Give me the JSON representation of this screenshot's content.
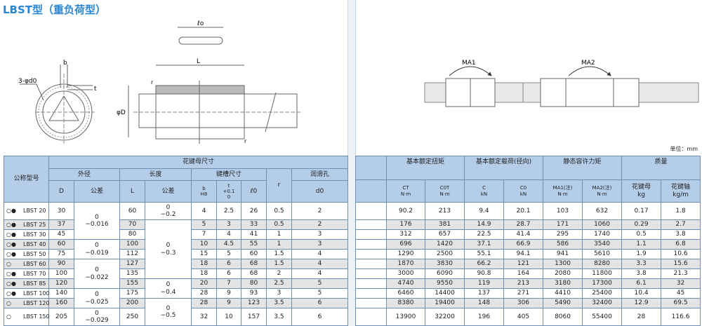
{
  "title": "LBST型（重负荷型）",
  "unit": "单位：mm",
  "diagram": {
    "l0": "ℓo",
    "L": "L",
    "b": "b",
    "t": "t",
    "d0": "3-φd0",
    "D": "φD",
    "r": "r",
    "ma1": "MA1",
    "ma2": "MA2"
  },
  "left_header": {
    "group": "花键母尺寸",
    "model": "公称型号",
    "outer": "外径",
    "length": "长度",
    "keyway": "键槽尺寸",
    "lube": "润滑孔",
    "D": "D",
    "tol": "公差",
    "L": "L",
    "b": "b",
    "b2": "H8",
    "t": "t",
    "t2": "+0.1",
    "t3": "0",
    "l0": "ℓ0",
    "r": "r",
    "d0": "d0"
  },
  "right_header": {
    "torque": "基本额定扭矩",
    "load": "基本额定载荷(径向)",
    "moment": "静态容许力矩",
    "mass": "质量",
    "Ct": "CT",
    "C0t": "C0T",
    "Nm": "N·m",
    "C": "C",
    "C0": "C0",
    "kN": "kN",
    "Ma1": "MA1(注)",
    "Ma2": "MA2(注)",
    "nut": "花键母",
    "kg": "kg",
    "shaft": "花键轴",
    "kgm": "kg/m"
  },
  "rows": [
    {
      "mk": "○●",
      "model": "LBST 20",
      "D": "30",
      "L": "60",
      "b": "4",
      "t": "2.5",
      "l0": "26",
      "r": "0.5",
      "d0": "2",
      "Ct": "90.2",
      "C0t": "213",
      "C": "9.4",
      "C0": "20.1",
      "Ma1": "103",
      "Ma2": "632",
      "nut": "0.17",
      "shaft": "1.8"
    },
    {
      "mk": "○●",
      "model": "LBST 25",
      "D": "37",
      "L": "70",
      "b": "5",
      "t": "3",
      "l0": "33",
      "r": "0.5",
      "d0": "2",
      "Ct": "176",
      "C0t": "381",
      "C": "14.9",
      "C0": "28.7",
      "Ma1": "171",
      "Ma2": "1060",
      "nut": "0.29",
      "shaft": "2.7"
    },
    {
      "mk": "○●",
      "model": "LBST 30",
      "D": "45",
      "L": "80",
      "b": "7",
      "t": "4",
      "l0": "41",
      "r": "1",
      "d0": "3",
      "Ct": "312",
      "C0t": "657",
      "C": "22.5",
      "C0": "41.4",
      "Ma1": "295",
      "Ma2": "1740",
      "nut": "0.5",
      "shaft": "3.8"
    },
    {
      "mk": "○●",
      "model": "LBST 40",
      "D": "60",
      "L": "100",
      "b": "10",
      "t": "4.5",
      "l0": "55",
      "r": "1",
      "d0": "3",
      "Ct": "696",
      "C0t": "1420",
      "C": "37.1",
      "C0": "66.9",
      "Ma1": "586",
      "Ma2": "3540",
      "nut": "1.1",
      "shaft": "6.8"
    },
    {
      "mk": "○●",
      "model": "LBST 50",
      "D": "75",
      "L": "112",
      "b": "15",
      "t": "5",
      "l0": "60",
      "r": "1.5",
      "d0": "4",
      "Ct": "1290",
      "C0t": "2500",
      "C": "55.1",
      "C0": "94.1",
      "Ma1": "941",
      "Ma2": "5610",
      "nut": "1.9",
      "shaft": "10.6"
    },
    {
      "mk": "○",
      "model": "LBST 60",
      "D": "90",
      "L": "127",
      "b": "18",
      "t": "6",
      "l0": "68",
      "r": "1.5",
      "d0": "4",
      "Ct": "1870",
      "C0t": "3830",
      "C": "66.2",
      "C0": "121",
      "Ma1": "1300",
      "Ma2": "8280",
      "nut": "3.3",
      "shaft": "15.6"
    },
    {
      "mk": "○●",
      "model": "LBST 70",
      "D": "100",
      "L": "135",
      "b": "18",
      "t": "6",
      "l0": "68",
      "r": "2",
      "d0": "4",
      "Ct": "3000",
      "C0t": "6090",
      "C": "90.8",
      "C0": "164",
      "Ma1": "2080",
      "Ma2": "11800",
      "nut": "3.8",
      "shaft": "21.3"
    },
    {
      "mk": "○●",
      "model": "LBST 85",
      "D": "120",
      "L": "155",
      "b": "20",
      "t": "7",
      "l0": "80",
      "r": "2.5",
      "d0": "5",
      "Ct": "4740",
      "C0t": "9550",
      "C": "119",
      "C0": "213",
      "Ma1": "3180",
      "Ma2": "17300",
      "nut": "6.1",
      "shaft": "32"
    },
    {
      "mk": "○●",
      "model": "LBST 100",
      "D": "140",
      "L": "175",
      "b": "28",
      "t": "9",
      "l0": "93",
      "r": "3",
      "d0": "5",
      "Ct": "6460",
      "C0t": "14400",
      "C": "137",
      "C0": "271",
      "Ma1": "4410",
      "Ma2": "25400",
      "nut": "10.4",
      "shaft": "45"
    },
    {
      "mk": "○",
      "model": "LBST 120",
      "D": "160",
      "L": "200",
      "b": "28",
      "t": "9",
      "l0": "123",
      "r": "3.5",
      "d0": "6",
      "Ct": "8380",
      "C0t": "19400",
      "C": "148",
      "C0": "306",
      "Ma1": "5490",
      "Ma2": "32400",
      "nut": "12.9",
      "shaft": "69.5"
    },
    {
      "mk": "○",
      "model": "LBST 150",
      "D": "205",
      "L": "250",
      "b": "32",
      "t": "10",
      "l0": "157",
      "r": "3.5",
      "d0": "6",
      "Ct": "13900",
      "C0t": "32200",
      "C": "196",
      "C0": "405",
      "Ma1": "8060",
      "Ma2": "55400",
      "nut": "28",
      "shaft": "116.6"
    }
  ],
  "D_tol": [
    {
      "start": 0,
      "span": 3,
      "v1": "0",
      "v2": "−0.016"
    },
    {
      "start": 3,
      "span": 2,
      "v1": "0",
      "v2": "−0.019"
    },
    {
      "start": 5,
      "span": 3,
      "v1": "0",
      "v2": "−0.022"
    },
    {
      "start": 8,
      "span": 2,
      "v1": "0",
      "v2": "−0.025"
    },
    {
      "start": 10,
      "span": 1,
      "v1": "0",
      "v2": "−0.029"
    }
  ],
  "L_tol": [
    {
      "start": 0,
      "span": 1,
      "v1": "0",
      "v2": "−0.2"
    },
    {
      "start": 1,
      "span": 6,
      "v1": "0",
      "v2": "−0.3"
    },
    {
      "start": 7,
      "span": 2,
      "v1": "0",
      "v2": "−0.4"
    },
    {
      "start": 9,
      "span": 2,
      "v1": "0",
      "v2": "−0.5"
    }
  ]
}
